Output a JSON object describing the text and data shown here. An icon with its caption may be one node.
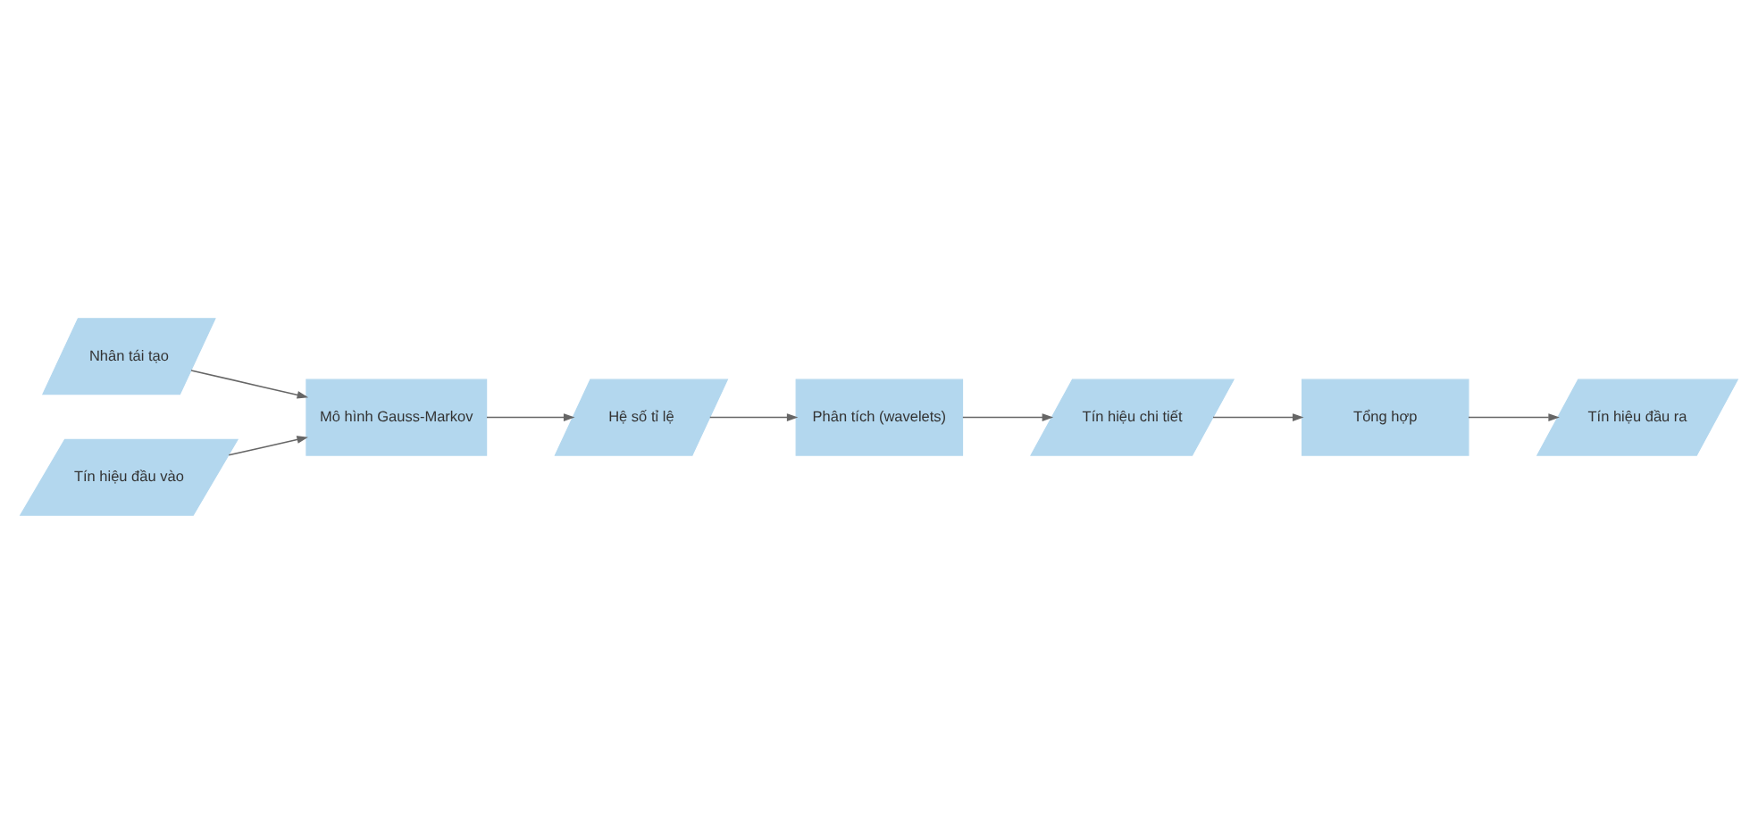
{
  "diagram": {
    "nodes": [
      {
        "text": [
          "Nhân tái tạo"
        ]
      },
      {
        "text": [
          "Mô hình Gauss-Markov"
        ]
      },
      {
        "text": [
          "Tín hiệu đầu vào"
        ]
      },
      {
        "text": [
          "Hệ số tỉ lệ"
        ]
      },
      {
        "text": [
          "Phân tích (wavelets)"
        ]
      },
      {
        "text": [
          "Tín hiệu chi tiết"
        ]
      },
      {
        "text": [
          "Tổng hợp"
        ]
      },
      {
        "text": [
          "Tín hiệu đầu ra"
        ]
      }
    ],
    "edges": [
      {
        "from": 0,
        "to": 1,
        "arrow": "to"
      },
      {
        "from": 2,
        "to": 1,
        "arrow": "to"
      },
      {
        "from": 1,
        "to": 3,
        "arrow": "to"
      },
      {
        "from": 3,
        "to": 4,
        "arrow": "to"
      },
      {
        "from": 4,
        "to": 5,
        "arrow": "to"
      },
      {
        "from": 5,
        "to": 6,
        "arrow": "to"
      },
      {
        "from": 6,
        "to": 7,
        "arrow": "to"
      }
    ]
  }
}
